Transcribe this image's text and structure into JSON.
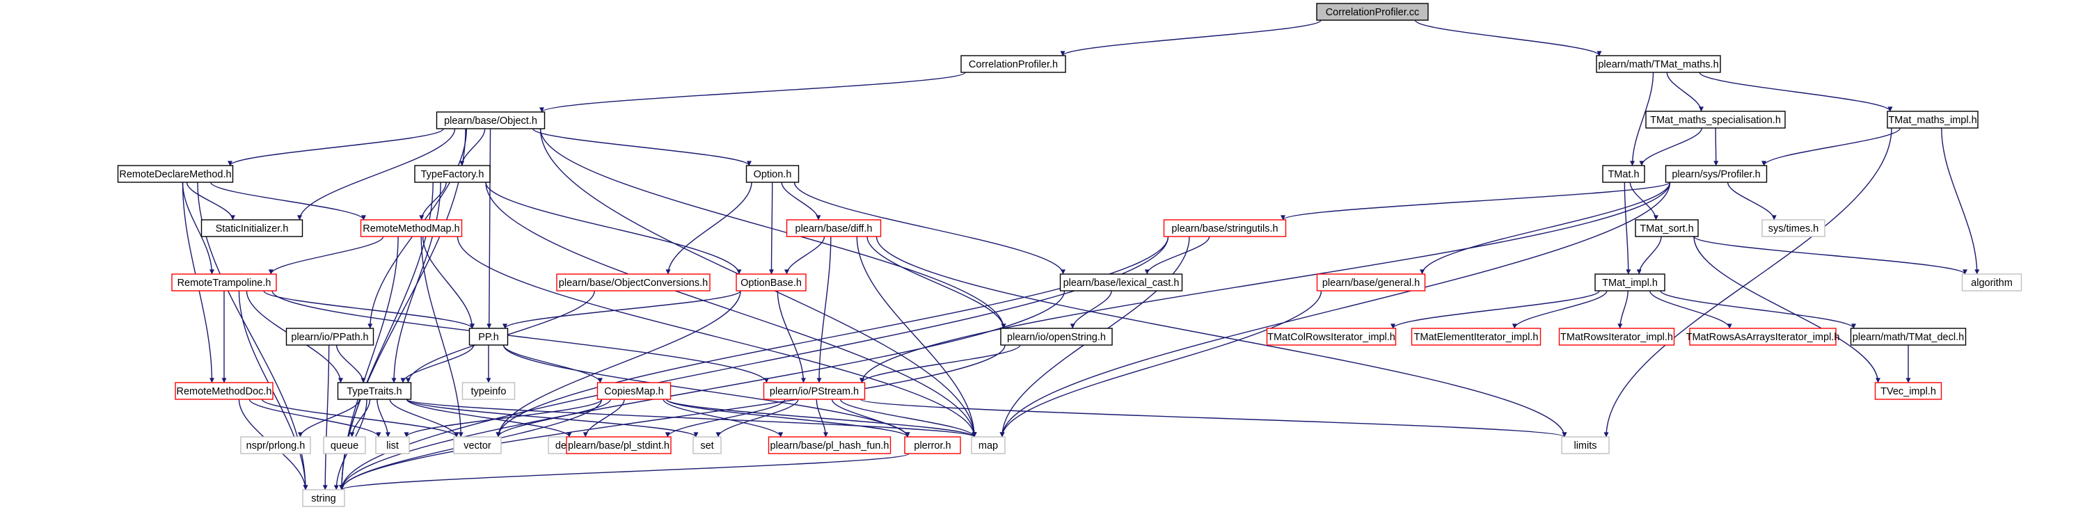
{
  "colors": {
    "edge": "#191970",
    "root_fill": "#bfbfbf",
    "black_border": "#000000",
    "red_border": "#ff0000",
    "gray_border": "#bfbfbf"
  },
  "nodes": {
    "root": {
      "label": "CorrelationProfiler.cc",
      "kind": "root"
    },
    "correlationprofiler_h": {
      "label": "CorrelationProfiler.h",
      "kind": "black"
    },
    "tmat_maths_h": {
      "label": "plearn/math/TMat_maths.h",
      "kind": "black"
    },
    "object_h": {
      "label": "plearn/base/Object.h",
      "kind": "black"
    },
    "tmat_maths_spec_h": {
      "label": "TMat_maths_specialisation.h",
      "kind": "black"
    },
    "tmat_maths_impl_h": {
      "label": "TMat_maths_impl.h",
      "kind": "black"
    },
    "remotedeclaremethod_h": {
      "label": "RemoteDeclareMethod.h",
      "kind": "black"
    },
    "typefactory_h": {
      "label": "TypeFactory.h",
      "kind": "black"
    },
    "option_h": {
      "label": "Option.h",
      "kind": "black"
    },
    "tmat_h": {
      "label": "TMat.h",
      "kind": "black"
    },
    "profiler_h": {
      "label": "plearn/sys/Profiler.h",
      "kind": "black"
    },
    "staticinitializer_h": {
      "label": "StaticInitializer.h",
      "kind": "black"
    },
    "remotemethodmap_h": {
      "label": "RemoteMethodMap.h",
      "kind": "red"
    },
    "diff_h": {
      "label": "plearn/base/diff.h",
      "kind": "red"
    },
    "stringutils_h": {
      "label": "plearn/base/stringutils.h",
      "kind": "red"
    },
    "tmat_sort_h": {
      "label": "TMat_sort.h",
      "kind": "black"
    },
    "systimes_h": {
      "label": "sys/times.h",
      "kind": "gray"
    },
    "remotetrampoline_h": {
      "label": "RemoteTrampoline.h",
      "kind": "red"
    },
    "objectconversions_h": {
      "label": "plearn/base/ObjectConversions.h",
      "kind": "red"
    },
    "optionbase_h": {
      "label": "OptionBase.h",
      "kind": "red"
    },
    "lexical_cast_h": {
      "label": "plearn/base/lexical_cast.h",
      "kind": "black"
    },
    "general_h": {
      "label": "plearn/base/general.h",
      "kind": "red"
    },
    "tmat_impl_h": {
      "label": "TMat_impl.h",
      "kind": "black"
    },
    "algorithm": {
      "label": "algorithm",
      "kind": "gray"
    },
    "ppath_h": {
      "label": "plearn/io/PPath.h",
      "kind": "black"
    },
    "pp_h": {
      "label": "PP.h",
      "kind": "black"
    },
    "openstring_h": {
      "label": "plearn/io/openString.h",
      "kind": "black"
    },
    "tmatcolrows_h": {
      "label": "TMatColRowsIterator_impl.h",
      "kind": "red"
    },
    "tmatelement_h": {
      "label": "TMatElementIterator_impl.h",
      "kind": "red"
    },
    "tmatrows_h": {
      "label": "TMatRowsIterator_impl.h",
      "kind": "red"
    },
    "tmatrowsasarrays_h": {
      "label": "TMatRowsAsArraysIterator_impl.h",
      "kind": "red"
    },
    "tmat_decl_h": {
      "label": "plearn/math/TMat_decl.h",
      "kind": "black"
    },
    "remotemethoddoc_h": {
      "label": "RemoteMethodDoc.h",
      "kind": "red"
    },
    "typeinfo": {
      "label": "typeinfo",
      "kind": "gray"
    },
    "pstream_h": {
      "label": "plearn/io/PStream.h",
      "kind": "red"
    },
    "tvec_impl_h": {
      "label": "TVec_impl.h",
      "kind": "red"
    },
    "typetraits_h": {
      "label": "TypeTraits.h",
      "kind": "black"
    },
    "copiesmap_h": {
      "label": "CopiesMap.h",
      "kind": "red"
    },
    "nsprprlong_h": {
      "label": "nspr/prlong.h",
      "kind": "gray"
    },
    "queue": {
      "label": "queue",
      "kind": "gray"
    },
    "list": {
      "label": "list",
      "kind": "gray"
    },
    "vector": {
      "label": "vector",
      "kind": "gray"
    },
    "deque": {
      "label": "deque",
      "kind": "gray"
    },
    "pl_stdint_h": {
      "label": "plearn/base/pl_stdint.h",
      "kind": "red"
    },
    "set": {
      "label": "set",
      "kind": "gray"
    },
    "pl_hash_fun_h": {
      "label": "plearn/base/pl_hash_fun.h",
      "kind": "red"
    },
    "plerror_h": {
      "label": "plerror.h",
      "kind": "red"
    },
    "map": {
      "label": "map",
      "kind": "gray"
    },
    "limits": {
      "label": "limits",
      "kind": "gray"
    },
    "string": {
      "label": "string",
      "kind": "gray"
    }
  },
  "edges": [
    [
      "root",
      "correlationprofiler_h"
    ],
    [
      "root",
      "tmat_maths_h"
    ],
    [
      "correlationprofiler_h",
      "object_h"
    ],
    [
      "tmat_maths_h",
      "tmat_h"
    ],
    [
      "tmat_maths_h",
      "tmat_maths_spec_h"
    ],
    [
      "tmat_maths_h",
      "tmat_maths_impl_h"
    ],
    [
      "tmat_maths_spec_h",
      "tmat_h"
    ],
    [
      "tmat_maths_spec_h",
      "profiler_h"
    ],
    [
      "tmat_maths_impl_h",
      "profiler_h"
    ],
    [
      "tmat_maths_impl_h",
      "algorithm"
    ],
    [
      "tmat_maths_impl_h",
      "limits"
    ],
    [
      "object_h",
      "remotedeclaremethod_h"
    ],
    [
      "object_h",
      "staticinitializer_h"
    ],
    [
      "object_h",
      "typefactory_h"
    ],
    [
      "object_h",
      "option_h"
    ],
    [
      "object_h",
      "ppath_h"
    ],
    [
      "object_h",
      "pp_h"
    ],
    [
      "object_h",
      "openstring_h"
    ],
    [
      "object_h",
      "map"
    ],
    [
      "object_h",
      "string"
    ],
    [
      "remotedeclaremethod_h",
      "staticinitializer_h"
    ],
    [
      "remotedeclaremethod_h",
      "remotemethodmap_h"
    ],
    [
      "remotedeclaremethod_h",
      "remotetrampoline_h"
    ],
    [
      "remotedeclaremethod_h",
      "remotemethoddoc_h"
    ],
    [
      "remotedeclaremethod_h",
      "string"
    ],
    [
      "typefactory_h",
      "remotemethodmap_h"
    ],
    [
      "typefactory_h",
      "optionbase_h"
    ],
    [
      "typefactory_h",
      "typetraits_h"
    ],
    [
      "typefactory_h",
      "map"
    ],
    [
      "typefactory_h",
      "string"
    ],
    [
      "option_h",
      "objectconversions_h"
    ],
    [
      "option_h",
      "diff_h"
    ],
    [
      "option_h",
      "optionbase_h"
    ],
    [
      "option_h",
      "lexical_cast_h"
    ],
    [
      "remotemethodmap_h",
      "remotetrampoline_h"
    ],
    [
      "remotemethodmap_h",
      "pp_h"
    ],
    [
      "remotemethodmap_h",
      "map"
    ],
    [
      "remotemethodmap_h",
      "vector"
    ],
    [
      "remotemethodmap_h",
      "string"
    ],
    [
      "diff_h",
      "optionbase_h"
    ],
    [
      "diff_h",
      "openstring_h"
    ],
    [
      "diff_h",
      "pstream_h"
    ],
    [
      "diff_h",
      "map"
    ],
    [
      "diff_h",
      "limits"
    ],
    [
      "objectconversions_h",
      "typetraits_h"
    ],
    [
      "optionbase_h",
      "pp_h"
    ],
    [
      "optionbase_h",
      "pstream_h"
    ],
    [
      "optionbase_h",
      "vector"
    ],
    [
      "remotetrampoline_h",
      "remotemethoddoc_h"
    ],
    [
      "remotetrampoline_h",
      "pp_h"
    ],
    [
      "remotetrampoline_h",
      "typetraits_h"
    ],
    [
      "remotetrampoline_h",
      "pstream_h"
    ],
    [
      "remotetrampoline_h",
      "string"
    ],
    [
      "profiler_h",
      "stringutils_h"
    ],
    [
      "profiler_h",
      "general_h"
    ],
    [
      "profiler_h",
      "systimes_h"
    ],
    [
      "profiler_h",
      "pstream_h"
    ],
    [
      "profiler_h",
      "map"
    ],
    [
      "stringutils_h",
      "lexical_cast_h"
    ],
    [
      "stringutils_h",
      "map"
    ],
    [
      "stringutils_h",
      "vector"
    ],
    [
      "stringutils_h",
      "string"
    ],
    [
      "lexical_cast_h",
      "openstring_h"
    ],
    [
      "lexical_cast_h",
      "string"
    ],
    [
      "general_h",
      "map"
    ],
    [
      "tmat_h",
      "tmat_sort_h"
    ],
    [
      "tmat_h",
      "tmat_impl_h"
    ],
    [
      "tmat_sort_h",
      "tmat_impl_h"
    ],
    [
      "tmat_sort_h",
      "algorithm"
    ],
    [
      "tmat_sort_h",
      "tvec_impl_h"
    ],
    [
      "tmat_impl_h",
      "tmatcolrows_h"
    ],
    [
      "tmat_impl_h",
      "tmatelement_h"
    ],
    [
      "tmat_impl_h",
      "tmatrows_h"
    ],
    [
      "tmat_impl_h",
      "tmatrowsasarrays_h"
    ],
    [
      "tmat_impl_h",
      "tmat_decl_h"
    ],
    [
      "tmat_decl_h",
      "tvec_impl_h"
    ],
    [
      "ppath_h",
      "typetraits_h"
    ],
    [
      "ppath_h",
      "string"
    ],
    [
      "pp_h",
      "typetraits_h"
    ],
    [
      "pp_h",
      "typeinfo"
    ],
    [
      "pp_h",
      "copiesmap_h"
    ],
    [
      "pp_h",
      "plerror_h"
    ],
    [
      "openstring_h",
      "pstream_h"
    ],
    [
      "openstring_h",
      "string"
    ],
    [
      "pstream_h",
      "pl_hash_fun_h"
    ],
    [
      "pstream_h",
      "plerror_h"
    ],
    [
      "pstream_h",
      "pl_stdint_h"
    ],
    [
      "pstream_h",
      "set"
    ],
    [
      "pstream_h",
      "map"
    ],
    [
      "pstream_h",
      "limits"
    ],
    [
      "remotemethoddoc_h",
      "list"
    ],
    [
      "remotemethoddoc_h",
      "vector"
    ],
    [
      "remotemethoddoc_h",
      "string"
    ],
    [
      "typetraits_h",
      "nsprprlong_h"
    ],
    [
      "typetraits_h",
      "queue"
    ],
    [
      "typetraits_h",
      "list"
    ],
    [
      "typetraits_h",
      "vector"
    ],
    [
      "typetraits_h",
      "pl_stdint_h"
    ],
    [
      "typetraits_h",
      "set"
    ],
    [
      "typetraits_h",
      "map"
    ],
    [
      "typetraits_h",
      "string"
    ],
    [
      "copiesmap_h",
      "vector"
    ],
    [
      "copiesmap_h",
      "deque"
    ],
    [
      "copiesmap_h",
      "list"
    ],
    [
      "copiesmap_h",
      "pl_hash_fun_h"
    ],
    [
      "copiesmap_h",
      "plerror_h"
    ],
    [
      "copiesmap_h",
      "map"
    ],
    [
      "copiesmap_h",
      "string"
    ],
    [
      "plerror_h",
      "string"
    ]
  ]
}
